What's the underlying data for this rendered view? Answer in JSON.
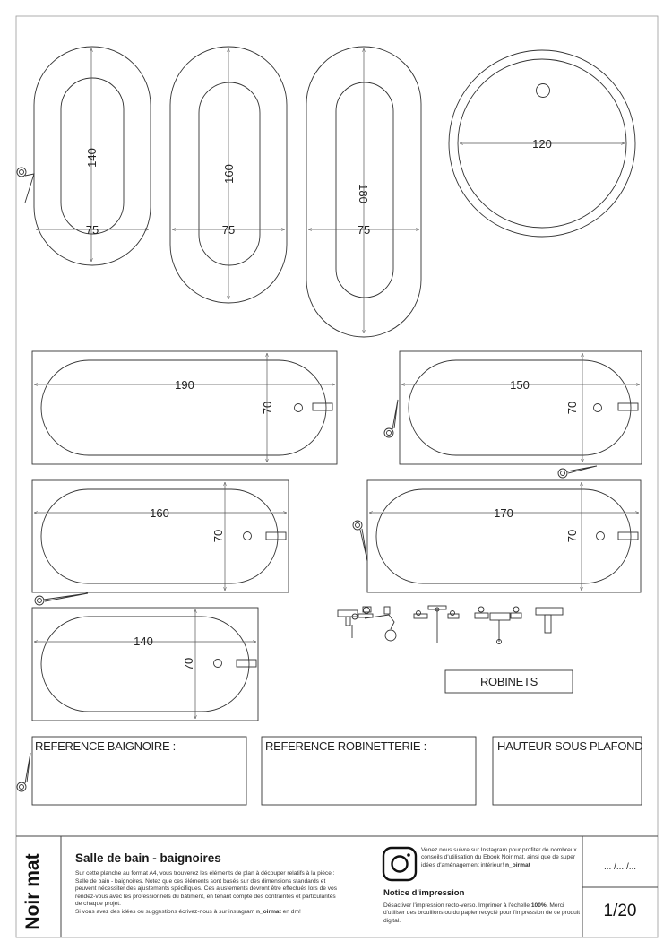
{
  "dimensions": {
    "oval1": {
      "length": "140",
      "width": "75"
    },
    "oval2": {
      "length": "160",
      "width": "75"
    },
    "oval3": {
      "length": "180",
      "width": "75"
    },
    "round": {
      "diameter": "120"
    },
    "rect190": {
      "length": "190",
      "width": "70"
    },
    "rect150": {
      "length": "150",
      "width": "70"
    },
    "rect160": {
      "length": "160",
      "width": "70"
    },
    "rect170": {
      "length": "170",
      "width": "70"
    },
    "rect140": {
      "length": "140",
      "width": "70"
    }
  },
  "labels": {
    "robinets": "ROBINETS",
    "reference_baignoire": "REFERENCE BAIGNOIRE :",
    "reference_robinetterie": "REFERENCE ROBINETTERIE :",
    "hauteur_sous_plafond": "HAUTEUR SOUS PLAFOND"
  },
  "footer": {
    "brand": "Noir mat",
    "title": "Salle de bain - baignoires",
    "description": "Sur cette planche au format A4, vous trouverez les éléments de plan à découper relatifs à la pièce : Salle de bain - baignoires. Notez que ces éléments sont basés sur des dimensions standards et peuvent nécessiter des ajustements spécifiques. Ces ajustements devront être effectués lors de vos rendez-vous avec les professionnels du bâtiment, en tenant compte des contraintes et particularités de chaque projet.",
    "description_line2_prefix": "Si vous avez des idées ou suggestions écrivez-nous à sur instagram ",
    "description_handle": "n_oirmat",
    "description_line2_suffix": " en dm!",
    "instagram_text_prefix": "Venez nous suivre sur Instagram pour profiter de nombreux conseils d'utilisation du Ebook Noir mat, ainsi que de super idées d'aménagement intérieur! ",
    "instagram_handle": "n_oirmat",
    "notice_title": "Notice d'impression",
    "notice_prefix": "Désactiver l'impression recto-verso. Imprimer à l'échelle ",
    "notice_scale": "100%.",
    "notice_suffix": " Merci d'utiliser des brouillons ou du papier recyclé pour l'impression de ce produit digital.",
    "date_placeholder": "... /... /...",
    "page_number": "1/20"
  },
  "icons": {
    "instagram": "instagram-icon"
  }
}
